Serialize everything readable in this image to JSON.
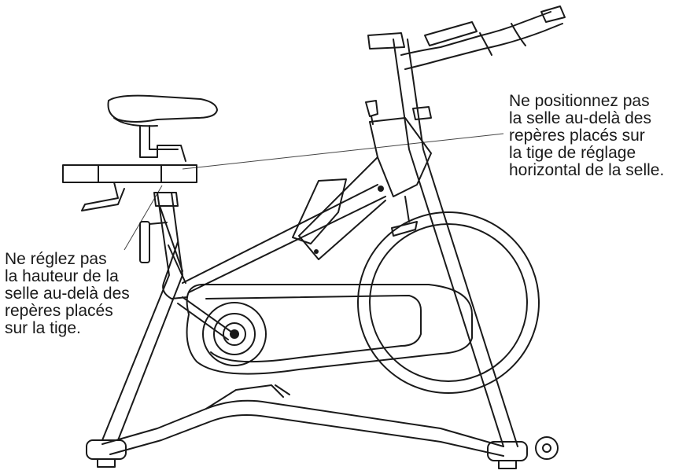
{
  "callouts": {
    "right": {
      "lines": [
        "Ne positionnez pas",
        "la selle au-delà des",
        "repères placés sur",
        "la tige de réglage",
        "horizontal de la selle."
      ]
    },
    "left": {
      "lines": [
        "Ne réglez pas",
        "la hauteur de la",
        "selle au-delà des",
        "repères placés",
        "sur la tige."
      ]
    }
  },
  "figure": {
    "subject": "indoor-cycling-bike-illustration",
    "line_color": "#1a1a1a",
    "background": "#ffffff"
  }
}
